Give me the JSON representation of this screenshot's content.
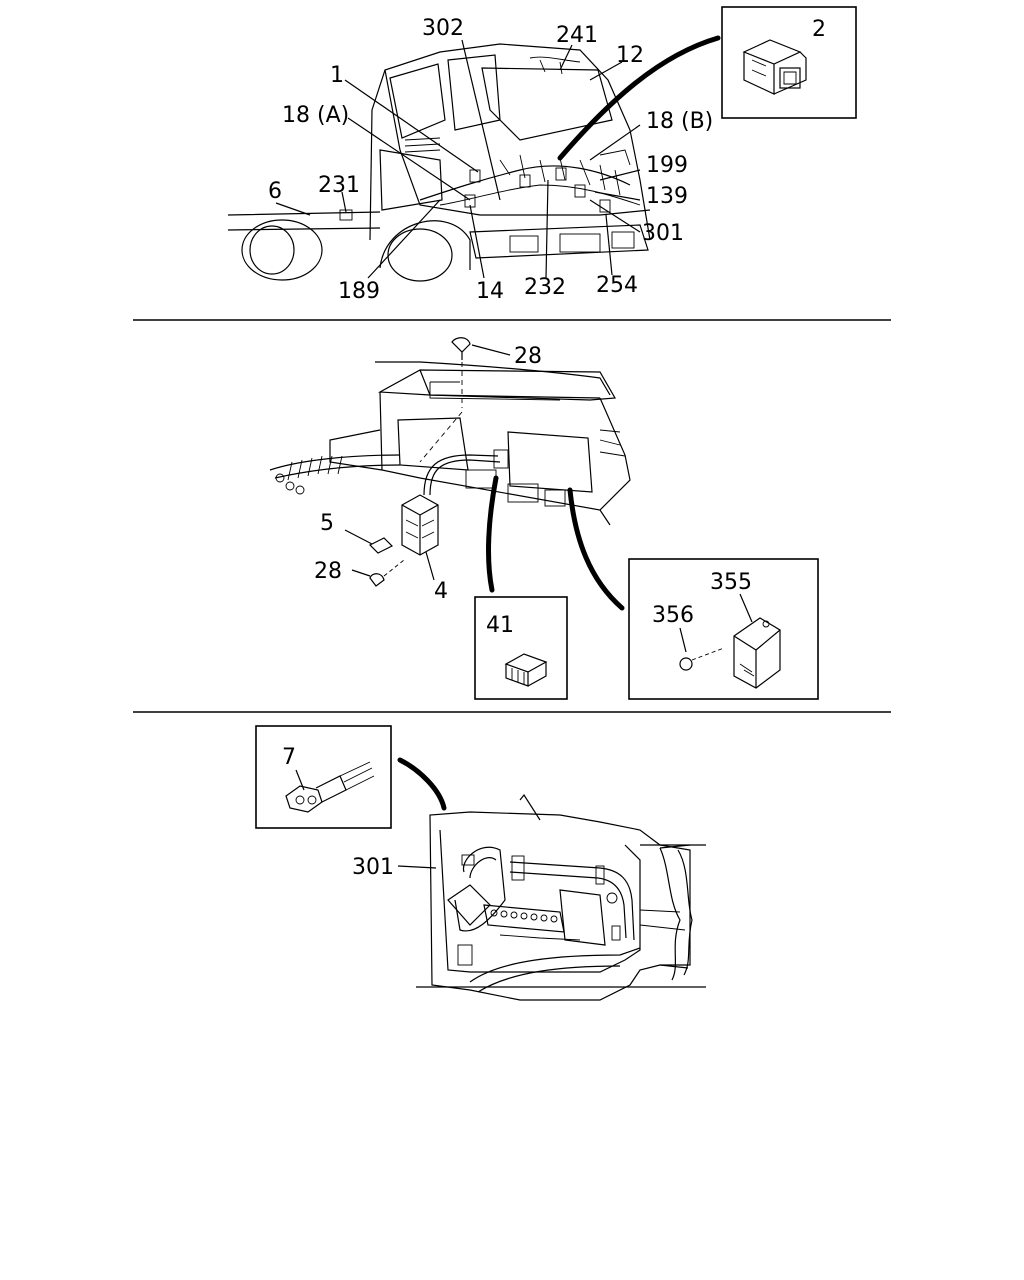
{
  "section_top": {
    "callouts": [
      "302",
      "241",
      "12",
      "1",
      "18 (A)",
      "18 (B)",
      "199",
      "139",
      "301",
      "6",
      "231",
      "189",
      "14",
      "232",
      "254"
    ],
    "inset": {
      "label": "2",
      "icon": "connector-2pin-icon"
    }
  },
  "section_middle": {
    "callouts": [
      "28",
      "5",
      "28",
      "4"
    ],
    "inset_a": {
      "label": "41",
      "icon": "terminal-connector-icon"
    },
    "inset_b": {
      "labels": [
        "355",
        "356"
      ],
      "icons": [
        "relay-module-icon",
        "screw-icon"
      ]
    }
  },
  "section_bottom": {
    "callouts": [
      "301"
    ],
    "inset": {
      "label": "7",
      "icon": "harness-connector-icon"
    }
  }
}
